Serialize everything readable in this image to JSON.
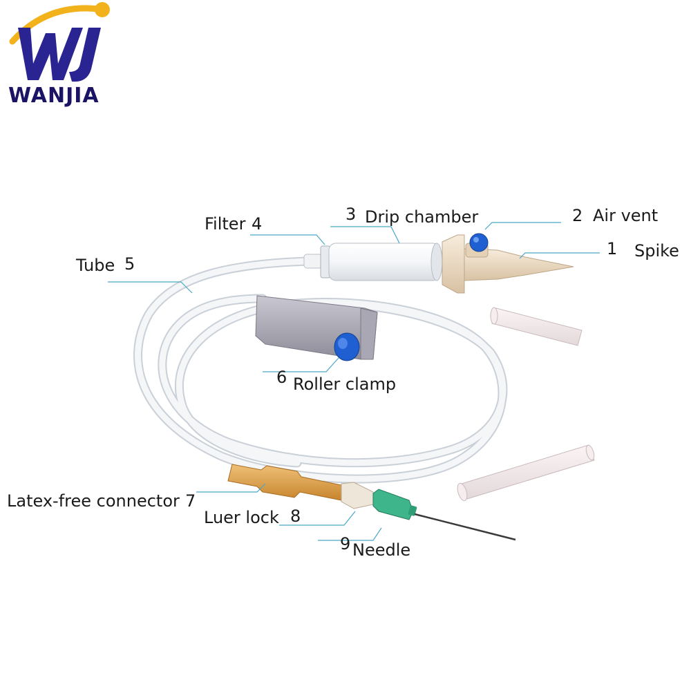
{
  "logo": {
    "monogram": "WJ",
    "brand_name": "WANJIA",
    "colors": {
      "primary": "#2a2493",
      "accent": "#f2b21c"
    }
  },
  "labels": [
    {
      "id": "spike",
      "number": "1",
      "text": "Spike"
    },
    {
      "id": "air-vent",
      "number": "2",
      "text": "Air vent"
    },
    {
      "id": "drip-chamber",
      "number": "3",
      "text": "Drip chamber"
    },
    {
      "id": "filter",
      "number": "4",
      "text": "Filter"
    },
    {
      "id": "tube",
      "number": "5",
      "text": "Tube"
    },
    {
      "id": "roller-clamp",
      "number": "6",
      "text": "Roller clamp"
    },
    {
      "id": "latex-free-connector",
      "number": "7",
      "text": "Latex-free connector"
    },
    {
      "id": "luer-lock",
      "number": "8",
      "text": "Luer lock"
    },
    {
      "id": "needle",
      "number": "9",
      "text": "Needle"
    }
  ],
  "colors": {
    "leader_line": "#4aa7c8",
    "tube": "#eef1f4",
    "clamp_body": "#9c9aa6",
    "clamp_wheel": "#1f5fd1",
    "connector": "#d99a3c",
    "needle_hub": "#3fb58c"
  }
}
